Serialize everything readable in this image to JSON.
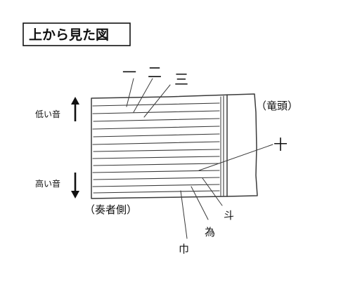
{
  "title": "上から見た図",
  "labels": {
    "ryuto": "（竜頭）",
    "sosha": "（奏者側）",
    "low_sound": "低い音",
    "high_sound": "高い音"
  },
  "string_names": [
    "一",
    "二",
    "三",
    "十",
    "斗",
    "為",
    "巾"
  ],
  "colors": {
    "ink": "#111111",
    "pencil": "#3a3a3a",
    "background": "#ffffff"
  }
}
